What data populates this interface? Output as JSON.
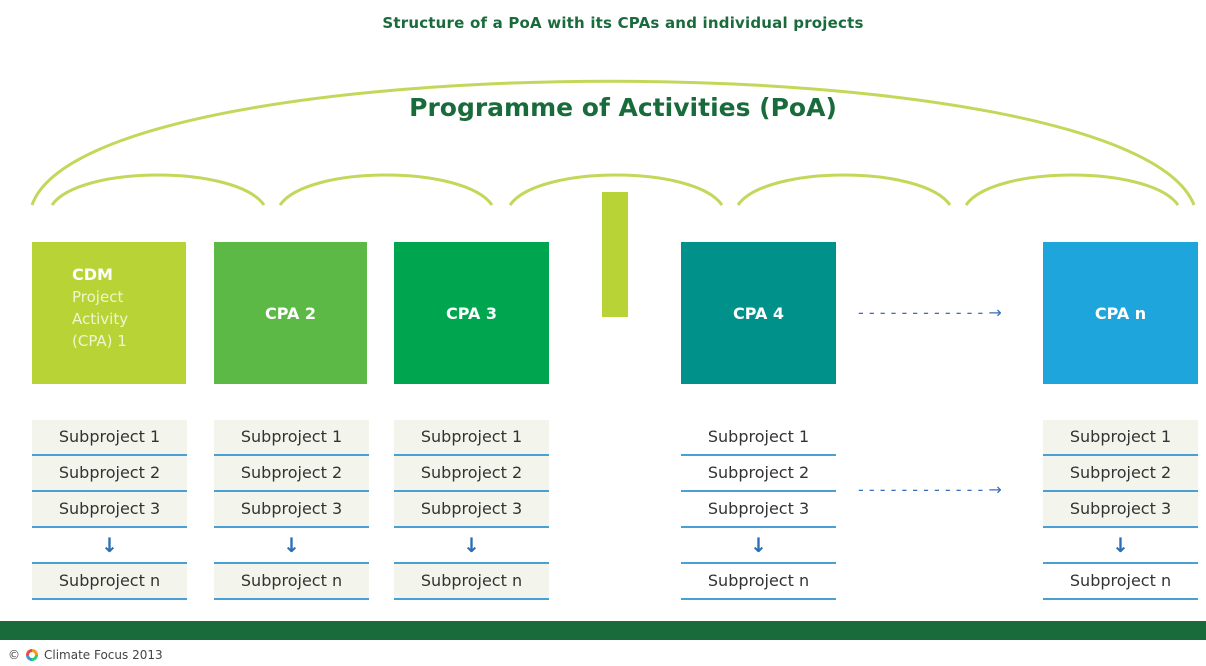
{
  "title": "Structure of a PoA with its CPAs and individual projects",
  "poa_label": "Programme of Activities (PoA)",
  "cpa1": {
    "line1": "CDM",
    "line2": "Project",
    "line3": "Activity",
    "line4": "(CPA) 1"
  },
  "cpas": [
    "CPA 2",
    "CPA 3",
    "CPA 4",
    "CPA n"
  ],
  "subprojects": [
    "Subproject 1",
    "Subproject 2",
    "Subproject 3",
    "Subproject n"
  ],
  "arrow_down": "↓",
  "dashed_arrow": "- - - - - - - - - - - - →",
  "colors": {
    "cpa1": "#b7d335",
    "cpa2": "#5cb946",
    "cpa3": "#00a64f",
    "cpa4": "#00918a",
    "cpan": "#1ea5dc",
    "arc": "#c2d85a",
    "title": "#1a6b3c",
    "footer_bar": "#1a6b3c"
  },
  "footer": {
    "copyright": "©",
    "text": "Climate Focus 2013"
  }
}
